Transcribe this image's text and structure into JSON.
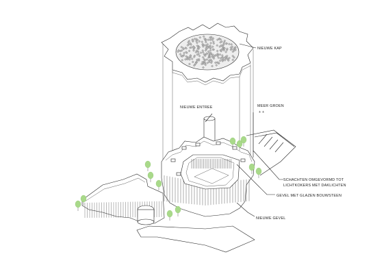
{
  "labels": {
    "nieuwe_kap": "NIEUWE KAP",
    "meer_groen": "MEER GROEN",
    "meer_groen_marks": "+ +",
    "nieuwe_entree": "NIEUWE ENTREE",
    "schachten_line1": "SCHACHTEN OMGEVORMD TOT",
    "schachten_line2": "LICHTKOKERS MET DAKLICHTEN",
    "gevel_glazen": "GEVEL MET GLAZEN BOUWSTEEN",
    "nieuwe_gevel": "NIEUWE GEVEL"
  },
  "colors": {
    "line": "#222222",
    "tree": "#a9d98a",
    "tree_dark": "#7fbf5f",
    "roof_cell": "#bdbdbd"
  }
}
